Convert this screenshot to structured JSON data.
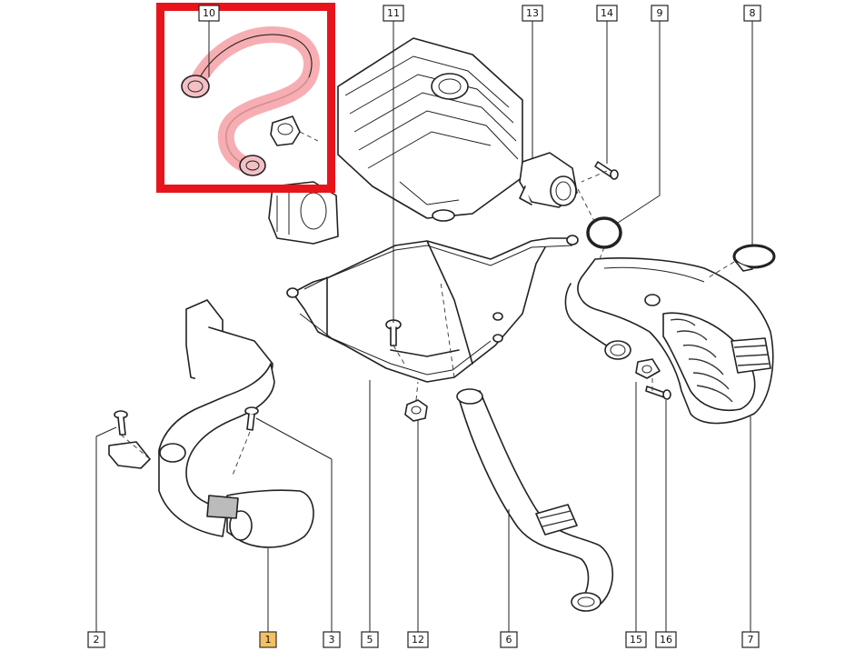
{
  "colors": {
    "highlight_frame": "#e8141c",
    "highlight_part": "#f4a0a6",
    "highlight_callout": "#f5c060",
    "line": "#222222"
  },
  "callouts": {
    "c10": "10",
    "c11": "11",
    "c13": "13",
    "c14": "14",
    "c9": "9",
    "c8": "8",
    "c2": "2",
    "c1": "1",
    "c3": "3",
    "c5": "5",
    "c12": "12",
    "c6": "6",
    "c15": "15",
    "c16": "16",
    "c7": "7"
  },
  "highlighted_callout": "1"
}
